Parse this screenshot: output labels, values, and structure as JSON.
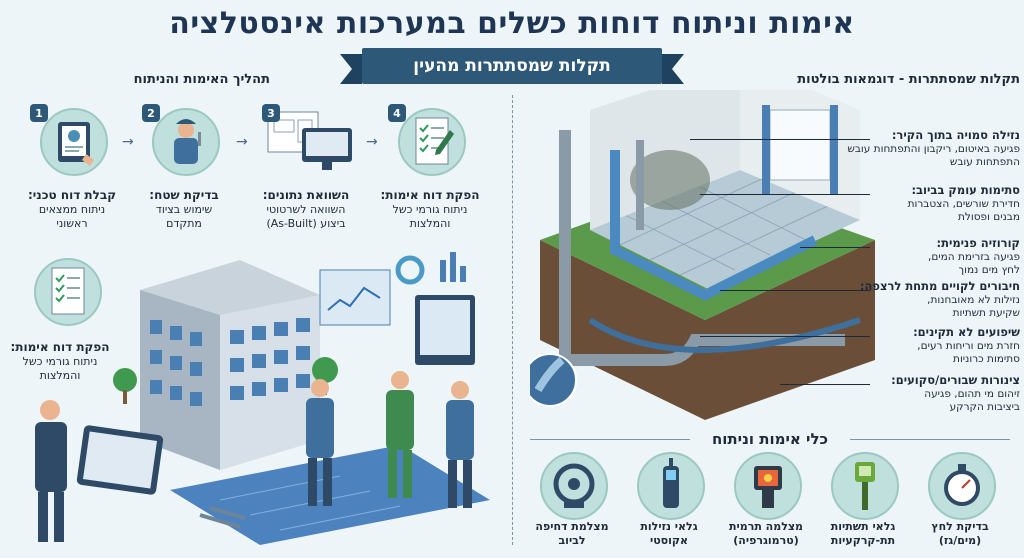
{
  "title": "אימות וניתוח דוחות כשלים במערכות אינסטלציה",
  "subtitle": "תקלות שמסתתרות מהעין",
  "left_heading": "תהליך האימות והניתוח",
  "right_heading": "תקלות שמסתתרות - דוגמאות בולטות",
  "steps": [
    {
      "num": "1",
      "title": "קבלת דוח טכני:",
      "desc1": "ניתוח ממצאים",
      "desc2": "ראשוני"
    },
    {
      "num": "2",
      "title": "בדיקת שטח:",
      "desc1": "שימוש בציוד",
      "desc2": "מתקדם"
    },
    {
      "num": "3",
      "title": "השוואת נתונים:",
      "desc1": "השוואה לשרטוטי",
      "desc2": "ביצוע (As-Built)"
    },
    {
      "num": "4",
      "title": "הפקת דוח אימות:",
      "desc1": "ניתוח גורמי כשל",
      "desc2": "והמלצות"
    }
  ],
  "report_side": {
    "title": "הפקת דוח אימות:",
    "desc1": "ניתוח גורמי כשל",
    "desc2": "והמלצות"
  },
  "faults": [
    {
      "title": "נזילה סמויה בתוך הקיר:",
      "desc1": "פגיעה באיטום, ריקבון והתפתחות עובש",
      "desc2": "התפתחות עובש"
    },
    {
      "title": "סתימות עומק בביוב:",
      "desc1": "חדירת שורשים, הצטברות",
      "desc2": "מבנים ופסולת"
    },
    {
      "title": "קורוזיה פנימית:",
      "desc1": "פגיעה בזרימת המים,",
      "desc2": "לחץ מים נמוך"
    },
    {
      "title": "חיבורים לקויים מתחת לרצפה:",
      "desc1": "נזילות לא מאובחנות,",
      "desc2": "שקיעת תשתיות"
    },
    {
      "title": "שיפועים לא תקינים:",
      "desc1": "חזרת מים וריחות רעים,",
      "desc2": "סתימות כרוניות"
    },
    {
      "title": "צינורות שבורים/סקועים:",
      "desc1": "זיהום מי תהום, פגיעה",
      "desc2": "ביציבות הקרקע"
    }
  ],
  "tools_heading": "כלי אימות וניתוח",
  "tools": [
    {
      "l1": "מצלמת דחיפה",
      "l2": "לביוב",
      "icon": "push-camera-icon"
    },
    {
      "l1": "גלאי נזילות",
      "l2": "אקוסטי",
      "icon": "acoustic-detector-icon"
    },
    {
      "l1": "מצלמה תרמית",
      "l2": "(טרמוגרפיה)",
      "icon": "thermal-camera-icon"
    },
    {
      "l1": "גלאי תשתיות",
      "l2": "תת-קרקעיות",
      "icon": "utility-locator-icon"
    },
    {
      "l1": "בדיקת לחץ",
      "l2": "(מים/גז)",
      "icon": "pressure-gauge-icon"
    }
  ],
  "colors": {
    "navy": "#1f3554",
    "teal_circle": "#bfe0dc",
    "ribbon": "#2e5877",
    "background": "#eef5f8"
  }
}
